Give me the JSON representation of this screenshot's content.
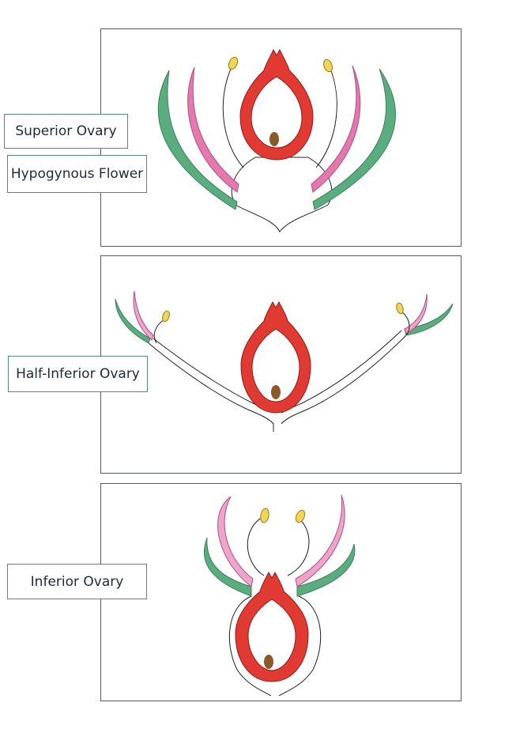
{
  "labels": {
    "superior": "Superior Ovary",
    "hypogynous": "Hypogynous Flower",
    "half_inferior": "Half-Inferior Ovary",
    "inferior": "Inferior Ovary"
  },
  "colors": {
    "ovary": "#e03a32",
    "ovary_stroke": "#8e1c18",
    "ovule": "#8b5a2b",
    "sepal": "#5aad7e",
    "sepal_dark": "#3f7e5b",
    "petal": "#e37aae",
    "petal_light": "#eda6c9",
    "anther": "#f1d45a",
    "line": "#1f1f1f",
    "label_border": "#4f8f78"
  }
}
